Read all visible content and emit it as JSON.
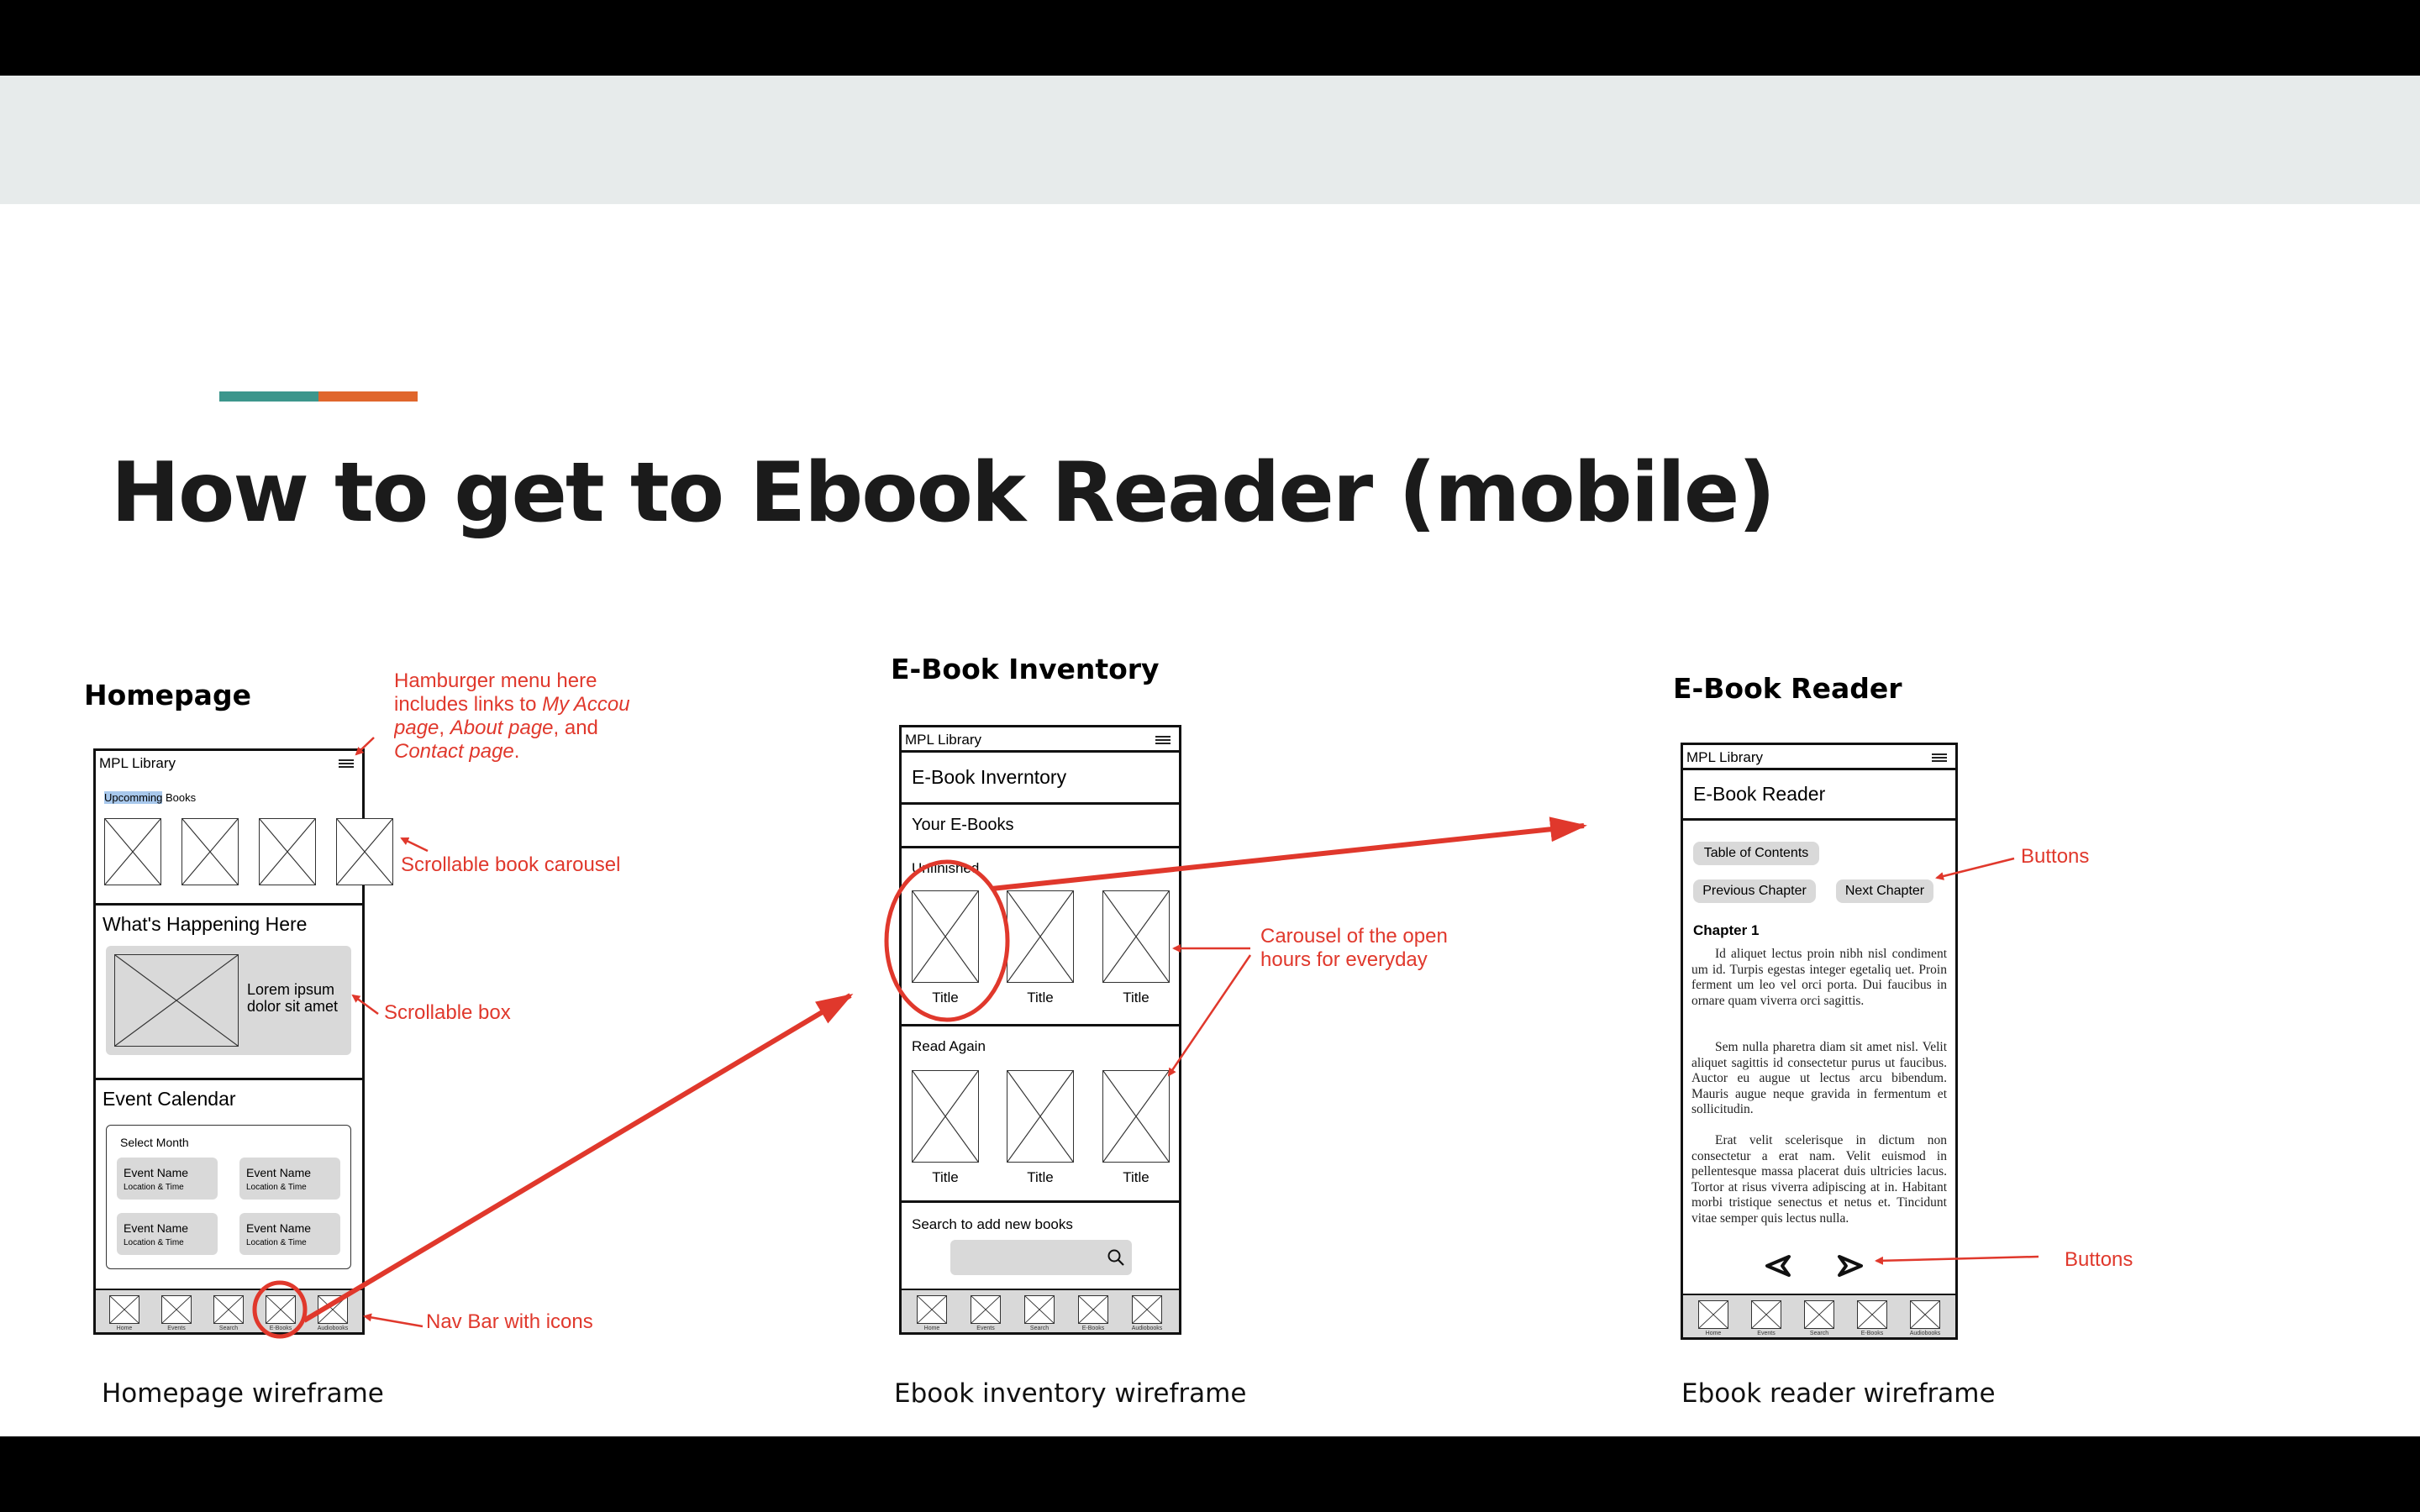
{
  "slide": {
    "title": "How to get to Ebook Reader (mobile)",
    "accent_colors": [
      "#3c968c",
      "#e0662c"
    ]
  },
  "homepage": {
    "heading": "Homepage",
    "app_name": "MPL Library",
    "upcoming_label_highlight": "Upcomming",
    "upcoming_label_rest": "Books",
    "happening_title": "What's Happening Here",
    "happening_text": "Lorem ipsum dolor sit amet",
    "calendar_title": "Event Calendar",
    "select_month": "Select Month",
    "events": [
      {
        "name": "Event Name",
        "location": "Location & Time"
      },
      {
        "name": "Event Name",
        "location": "Location & Time"
      },
      {
        "name": "Event Name",
        "location": "Location & Time"
      },
      {
        "name": "Event Name",
        "location": "Location & Time"
      }
    ],
    "caption": "Homepage wireframe"
  },
  "nav": {
    "items": [
      "Home",
      "Events",
      "Search",
      "E-Books",
      "Audiobooks"
    ]
  },
  "inventory": {
    "heading": "E-Book Inventory",
    "app_name": "MPL Library",
    "page_title": "E-Book Inverntory",
    "your_ebooks": "Your E-Books",
    "unfinished": "Unfinished",
    "read_again": "Read Again",
    "book_title": "Title",
    "search_label": "Search to add new books",
    "caption": "Ebook inventory wireframe"
  },
  "reader": {
    "heading": "E-Book Reader",
    "app_name": "MPL Library",
    "page_title": "E-Book Reader",
    "toc_button": "Table of Contents",
    "prev_button": "Previous Chapter",
    "next_button": "Next Chapter",
    "chapter": "Chapter 1",
    "paragraphs": [
      "Id aliquet lectus proin nibh nisl condiment um id. Turpis egestas integer egetaliq uet. Proin ferment um leo vel orci porta. Dui faucibus in ornare quam viverra orci sagittis.",
      "Sem nulla pharetra diam sit amet nisl. Velit aliquet sagittis id consectetur purus ut faucibus. Auctor eu augue ut lectus arcu bibendum. Mauris augue neque gravida in fermentum et sollicitudin.",
      "Erat velit scelerisque in dictum non consectetur a erat nam. Velit euismod in pellentesque massa placerat duis ultricies lacus. Tortor at risus viverra adipiscing at in. Habitant morbi tristique senectus et netus et. Tincidunt vitae semper quis lectus nulla."
    ],
    "caption": "Ebook reader wireframe"
  },
  "annotations": {
    "hamburger_line1": "Hamburger menu here",
    "hamburger_line2a": "includes links to ",
    "hamburger_line2b": "My Accou",
    "hamburger_line3a": "page",
    "hamburger_line3b": ", ",
    "hamburger_line3c": "About page",
    "hamburger_line3d": ", and",
    "hamburger_line4a": "Contact page",
    "hamburger_line4b": ".",
    "carousel": "Scrollable book carousel",
    "scroll_box": "Scrollable box",
    "nav_bar": "Nav Bar with icons",
    "open_hours_1": "Carousel of the open",
    "open_hours_2": "hours for everyday",
    "buttons_top": "Buttons",
    "buttons_bottom": "Buttons"
  }
}
